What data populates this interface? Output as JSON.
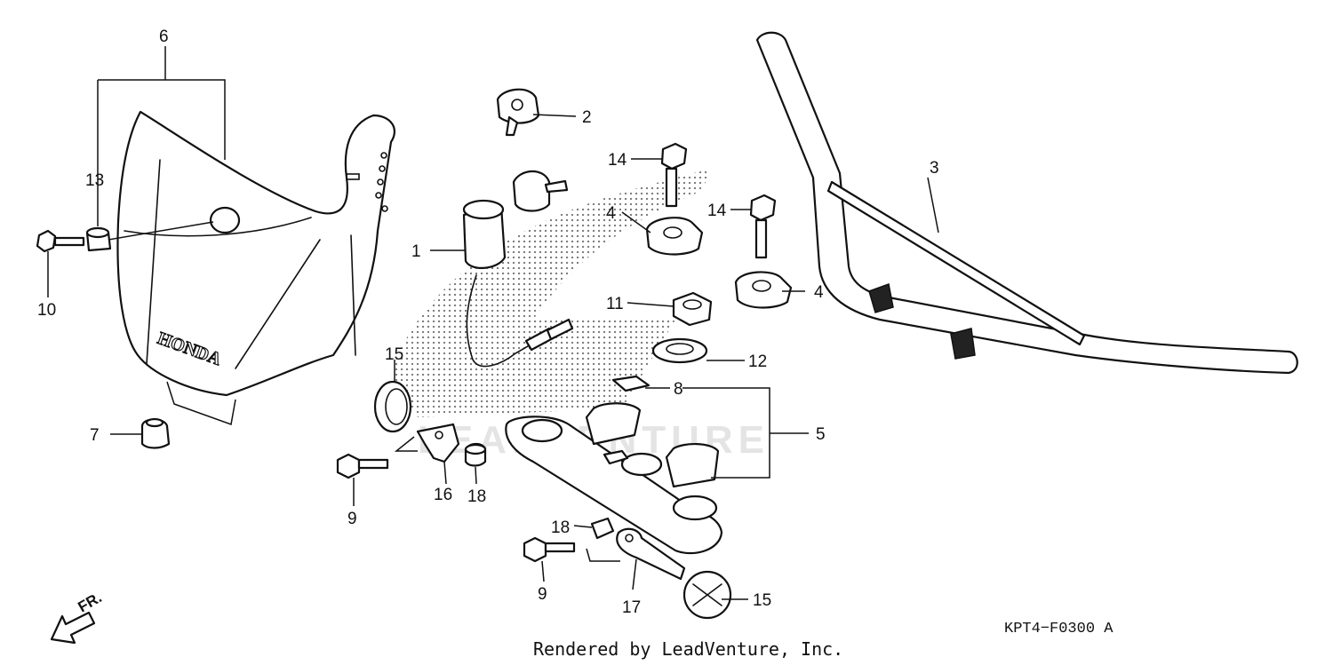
{
  "diagram": {
    "callouts": {
      "p1": "1",
      "p2": "2",
      "p3": "3",
      "p4a": "4",
      "p4b": "4",
      "p5": "5",
      "p6": "6",
      "p7": "7",
      "p8": "8",
      "p9a": "9",
      "p9b": "9",
      "p10": "10",
      "p11": "11",
      "p12": "12",
      "p13": "13",
      "p14a": "14",
      "p14b": "14",
      "p15a": "15",
      "p15b": "15",
      "p16": "16",
      "p17": "17",
      "p18a": "18",
      "p18b": "18"
    },
    "direction_label": "FR.",
    "diagram_code": "KPT4−F0300 A",
    "brand_text": "HONDA",
    "watermark": "LEADVENTURE",
    "credit": "Rendered by LeadVenture, Inc."
  }
}
